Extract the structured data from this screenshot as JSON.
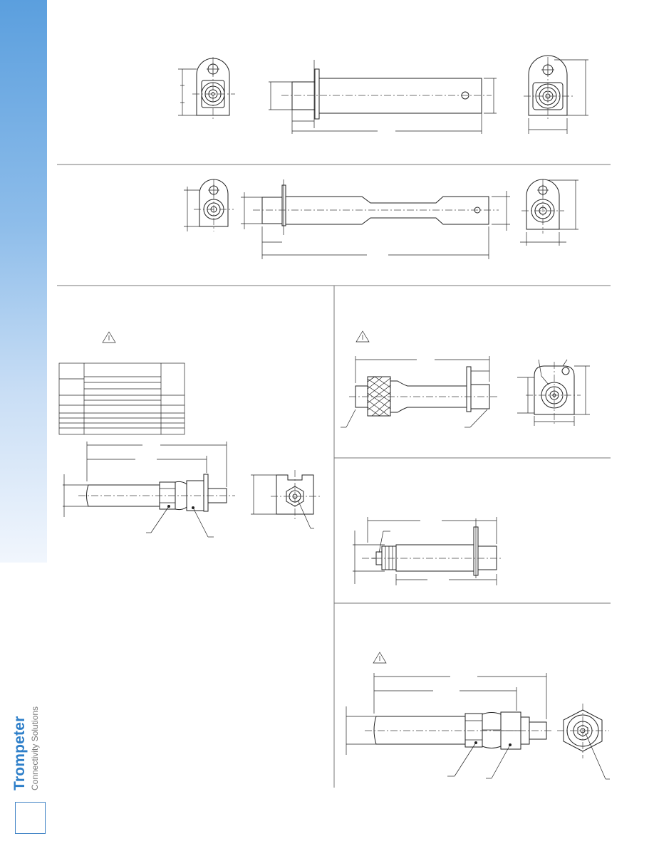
{
  "brand": {
    "name": "Trompeter",
    "tagline": "Connectivity Solutions",
    "color": "#2e7fc9",
    "sidebar_gradient": [
      "#5b9fde",
      "#f1f6fd"
    ]
  },
  "icons": {
    "revision_mark": "warning-triangle-icon",
    "revision_mark_text": "1"
  }
}
